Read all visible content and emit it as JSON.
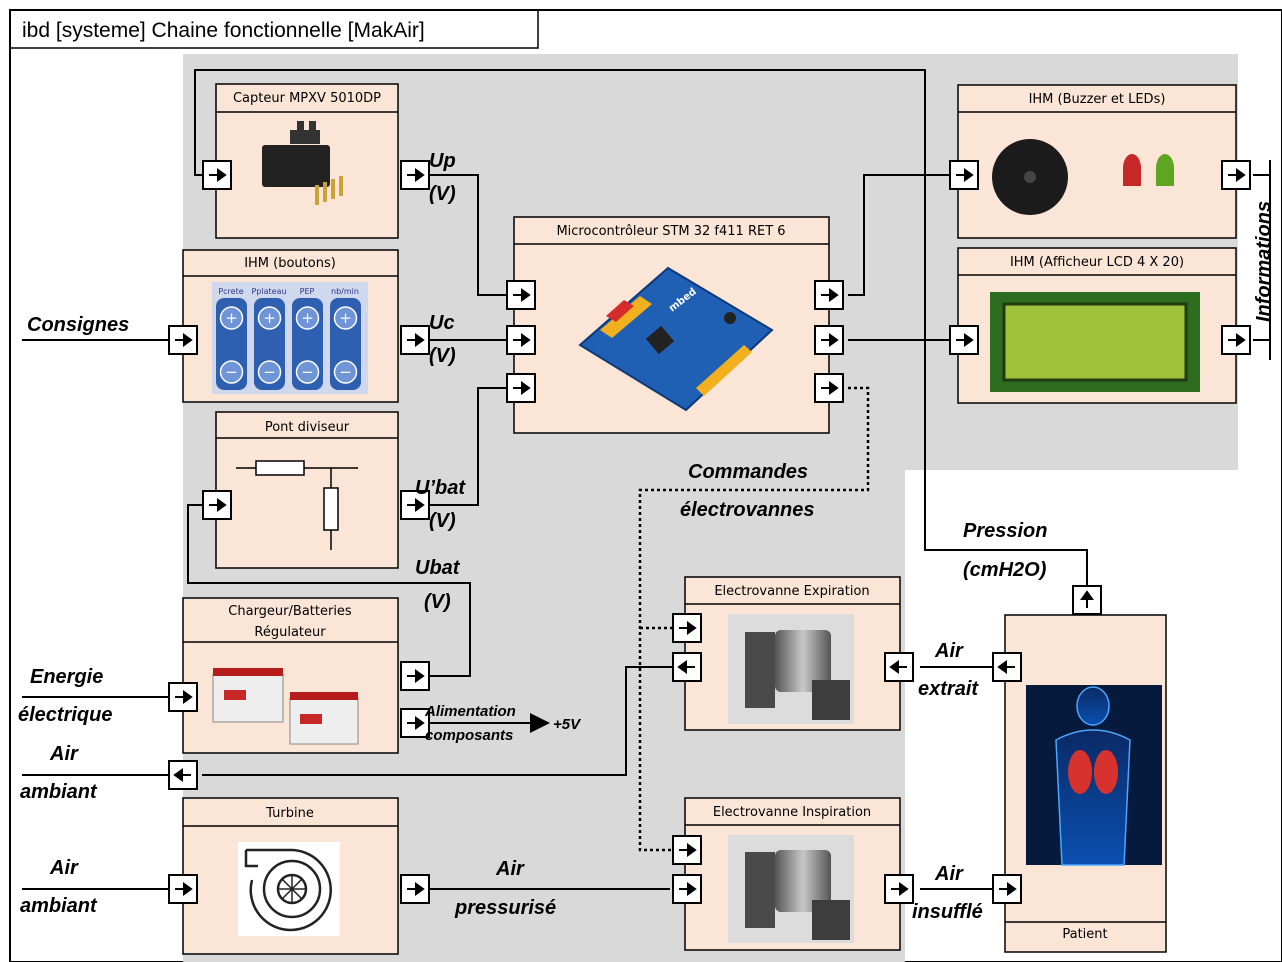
{
  "frame_title": "ibd [systeme] Chaine fonctionnelle [MakAir]",
  "blocks": {
    "capteur": "Capteur MPXV 5010DP",
    "ihm_boutons": "IHM (boutons)",
    "pont": "Pont diviseur",
    "chargeur_l1": "Chargeur/Batteries",
    "chargeur_l2": "Régulateur",
    "turbine": "Turbine",
    "micro": "Microcontrôleur STM 32 f411 RET 6",
    "buzzer": "IHM (Buzzer et LEDs)",
    "lcd": "IHM (Afficheur LCD  4 X 20)",
    "ev_exp": "Electrovanne Expiration",
    "ev_insp": "Electrovanne Inspiration",
    "patient": "Patient"
  },
  "button_labels": [
    "Pcrete",
    "Pplateau",
    "PEP",
    "nb/min"
  ],
  "labels": {
    "consignes": "Consignes",
    "energie_1": "Energie",
    "energie_2": "électrique",
    "air_amb_1a": "Air",
    "air_amb_1b": "ambiant",
    "air_amb_2a": "Air",
    "air_amb_2b": "ambiant",
    "up_1": "Up",
    "up_2": "(V)",
    "uc_1": "Uc",
    "uc_2": "(V)",
    "ubat_p_1": "U’bat",
    "ubat_p_2": "(V)",
    "ubat_1": "Ubat",
    "ubat_2": "(V)",
    "alim_1": "Alimentation",
    "alim_2": "composants",
    "plus5v": "+5V",
    "air_press_1": "Air",
    "air_press_2": "pressurisé",
    "commandes_1": "Commandes",
    "commandes_2": "électrovannes",
    "pression_1": "Pression",
    "pression_2": "(cmH2O)",
    "air_extrait_1": "Air",
    "air_extrait_2": "extrait",
    "air_insuffle_1": "Air",
    "air_insuffle_2": "insufflé",
    "informations": "Informations"
  }
}
